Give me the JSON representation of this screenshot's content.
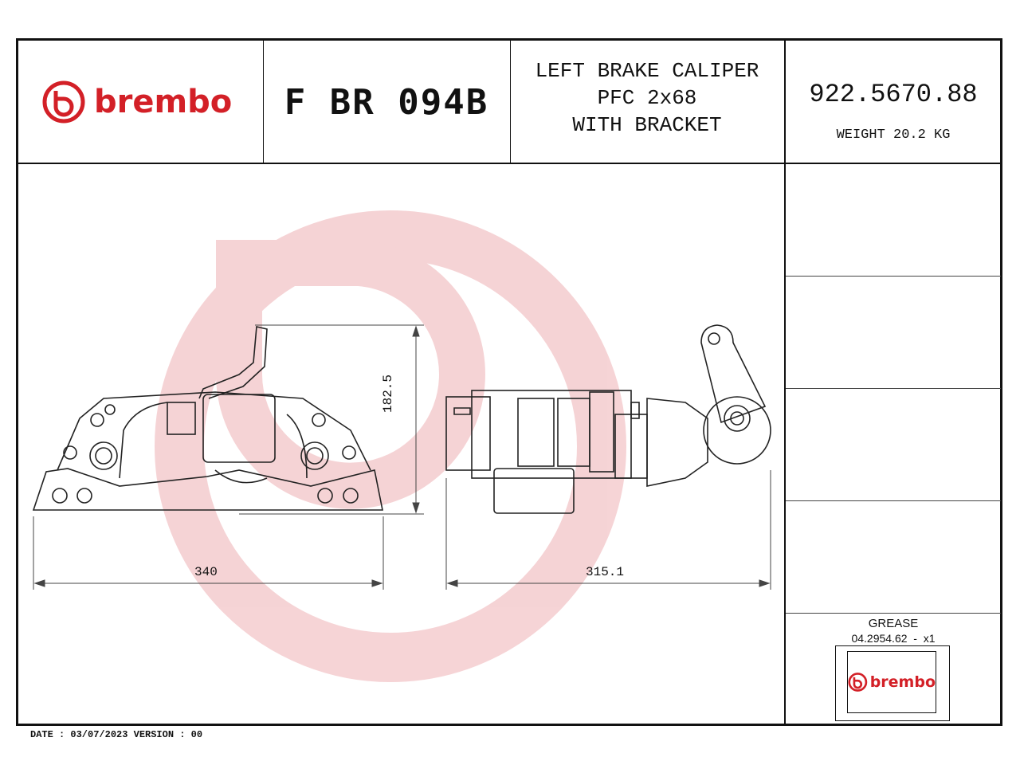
{
  "header": {
    "brand_name": "brembo",
    "code": "F BR 094B",
    "description_lines": [
      "LEFT BRAKE CALIPER",
      "PFC 2x68",
      "WITH BRACKET"
    ],
    "part_number": "922.5670.88",
    "weight": "WEIGHT 20.2 KG"
  },
  "dimensions": {
    "width_front": "340",
    "width_side": "315.1",
    "height": "182.5"
  },
  "grease": {
    "title": "GREASE",
    "code": "04.2954.62  -  x1",
    "brand_name": "brembo"
  },
  "footer": {
    "text": "DATE : 03/07/2023 VERSION : 00"
  },
  "colors": {
    "brand_red": "#d32027",
    "watermark": "#f3c9cb"
  },
  "icons": {
    "brand_logo": "brembo-logo-icon",
    "watermark": "brembo-watermark-icon"
  }
}
